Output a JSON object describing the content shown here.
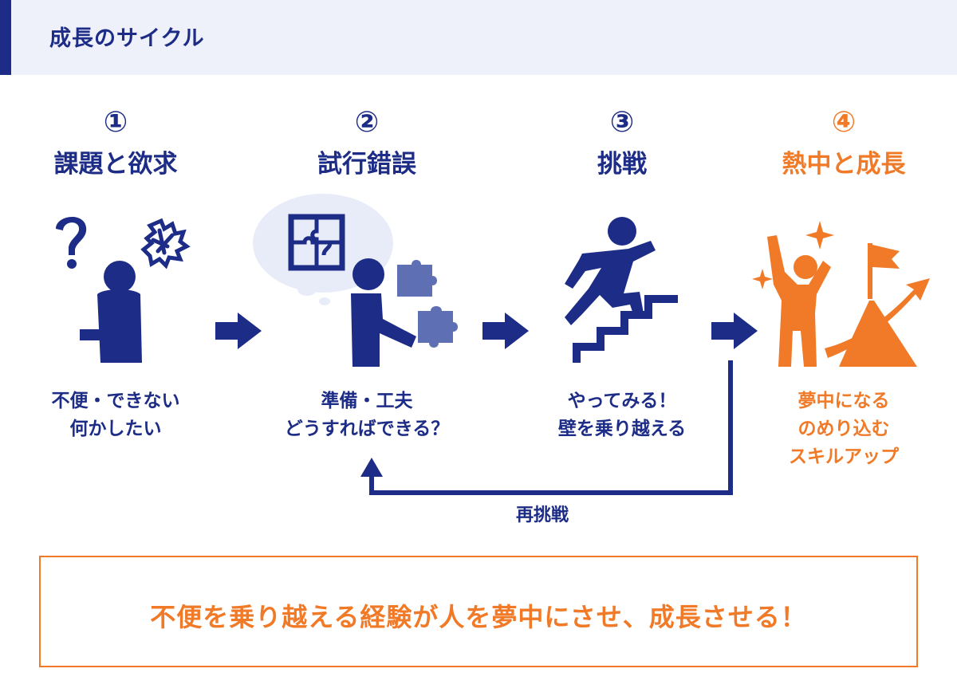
{
  "header": {
    "title": "成長のサイクル"
  },
  "steps": [
    {
      "number": "①",
      "title": "課題と欲求",
      "description": "不便・できない\n何かしたい",
      "icon": "confused-person-icon"
    },
    {
      "number": "②",
      "title": "試行錯誤",
      "description": "準備・工夫\nどうすればできる？",
      "icon": "puzzle-thinking-person-icon"
    },
    {
      "number": "③",
      "title": "挑戦",
      "description": "やってみる！\n壁を乗り越える",
      "icon": "climbing-stairs-person-icon"
    },
    {
      "number": "④",
      "title": "熱中と成長",
      "description": "夢中になる\nのめり込む\nスキルアップ",
      "icon": "celebrating-person-flag-icon"
    }
  ],
  "loop": {
    "label": "再挑戦"
  },
  "message": {
    "text": "不便を乗り越える経験が人を夢中にさせ、成長させる！"
  },
  "colors": {
    "navy": "#1d2c86",
    "orange": "#f07a27",
    "header_bg": "#eef0fa",
    "puzzle": "#5f6fb3",
    "cloud": "#e8ebf8"
  }
}
